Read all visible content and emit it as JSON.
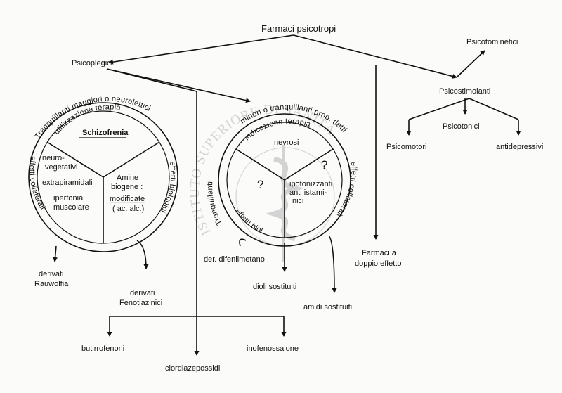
{
  "root": "Farmaci psicotropi",
  "branches": {
    "psicoplegici": "Psicoplegici",
    "psicostimolanti": "Psicostimolanti",
    "psicotominetici": "Psicotominetici",
    "doppio_effetto": [
      "Farmaci a",
      "doppio effetto"
    ]
  },
  "stimolanti": [
    "Psicomotori",
    "Psicotonici",
    "antidepressivi"
  ],
  "left_circle": {
    "arc_top": "Tranquillanti maggiori o neurolettici",
    "arc_inner": "utilizzazione terapia",
    "arc_left": "effetti collaterali",
    "arc_right": "effetti biologici",
    "sector_top": "Schizofrenia",
    "sector_left": [
      "neuro-",
      "vegetativi",
      "extrapiramidali",
      "ipertonia",
      "muscolare"
    ],
    "sector_right": [
      "Amine",
      "biogene :",
      "modificate",
      "( ac. alc.)"
    ]
  },
  "right_circle": {
    "arc_top": "minori o tranquillanti prop. detti",
    "arc_inner": "indicazione terapia",
    "arc_left": "effetti biologici",
    "arc_right": "effetti collaterali",
    "arc_side_left": "Tranquillanti",
    "sector_top": "nevrosi",
    "sector_left": "?",
    "sector_right_q": "?",
    "sector_right": [
      "ipotonizzanti",
      "anti istami-",
      "nici"
    ]
  },
  "outputs": {
    "rauwolfia": [
      "derivati",
      "Rauwolfia"
    ],
    "fenotiazinici": [
      "derivati",
      "Fenotiazinici"
    ],
    "difenilmetano": "der. difenilmetano",
    "dioli": "dioli sostituiti",
    "amidi": "amidi sostituiti",
    "butirrofenoni": "butirrofenoni",
    "clordiazepossidi": "clordiazepossidi",
    "inofenossalone": "inofenossalone"
  },
  "watermark": "ISTITUTO SUPERIORE DI SANITÀ"
}
